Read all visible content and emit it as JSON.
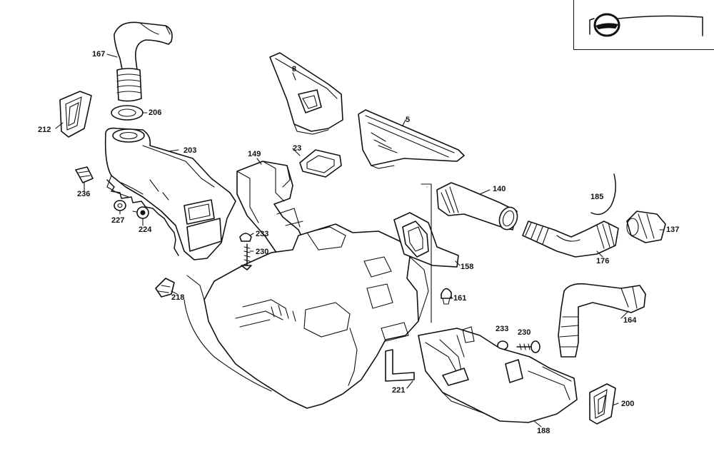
{
  "diagram": {
    "type": "exploded-parts-diagram",
    "subject": "Heater / ventilation air ducts",
    "inset": {
      "icon": "steering-wheel-dashboard-icon"
    },
    "callouts": [
      {
        "id": "c167",
        "label": "167",
        "part": "air-intake-elbow-duct"
      },
      {
        "id": "c206",
        "label": "206",
        "part": "sealing-ring"
      },
      {
        "id": "c212",
        "label": "212",
        "part": "side-vent-outlet-left"
      },
      {
        "id": "c203",
        "label": "203",
        "part": "left-air-duct-housing"
      },
      {
        "id": "c236",
        "label": "236",
        "part": "clip-nut"
      },
      {
        "id": "c227",
        "label": "227",
        "part": "washer"
      },
      {
        "id": "c224",
        "label": "224",
        "part": "grommet"
      },
      {
        "id": "c218",
        "label": "218",
        "part": "retaining-clip"
      },
      {
        "id": "c8",
        "label": "8",
        "part": "center-vent-duct"
      },
      {
        "id": "c5",
        "label": "5",
        "part": "defroster-nozzle"
      },
      {
        "id": "c23",
        "label": "23",
        "part": "seal-frame"
      },
      {
        "id": "c149",
        "label": "149",
        "part": "center-air-duct"
      },
      {
        "id": "c233a",
        "label": "233",
        "part": "expanding-nut"
      },
      {
        "id": "c230a",
        "label": "230",
        "part": "screw"
      },
      {
        "id": "c140",
        "label": "140",
        "part": "flexible-hose"
      },
      {
        "id": "c185",
        "label": "185",
        "part": "cable-tie"
      },
      {
        "id": "c137",
        "label": "137",
        "part": "outlet-adapter"
      },
      {
        "id": "c176",
        "label": "176",
        "part": "corrugated-hose"
      },
      {
        "id": "c158",
        "label": "158",
        "part": "duct-connector-flange"
      },
      {
        "id": "c161",
        "label": "161",
        "part": "push-clip"
      },
      {
        "id": "c164",
        "label": "164",
        "part": "right-air-hose"
      },
      {
        "id": "c233b",
        "label": "233",
        "part": "expanding-nut"
      },
      {
        "id": "c230b",
        "label": "230",
        "part": "screw"
      },
      {
        "id": "c221",
        "label": "221",
        "part": "bracket"
      },
      {
        "id": "c188",
        "label": "188",
        "part": "right-air-duct-housing"
      },
      {
        "id": "c200",
        "label": "200",
        "part": "side-vent-outlet-right"
      }
    ]
  }
}
